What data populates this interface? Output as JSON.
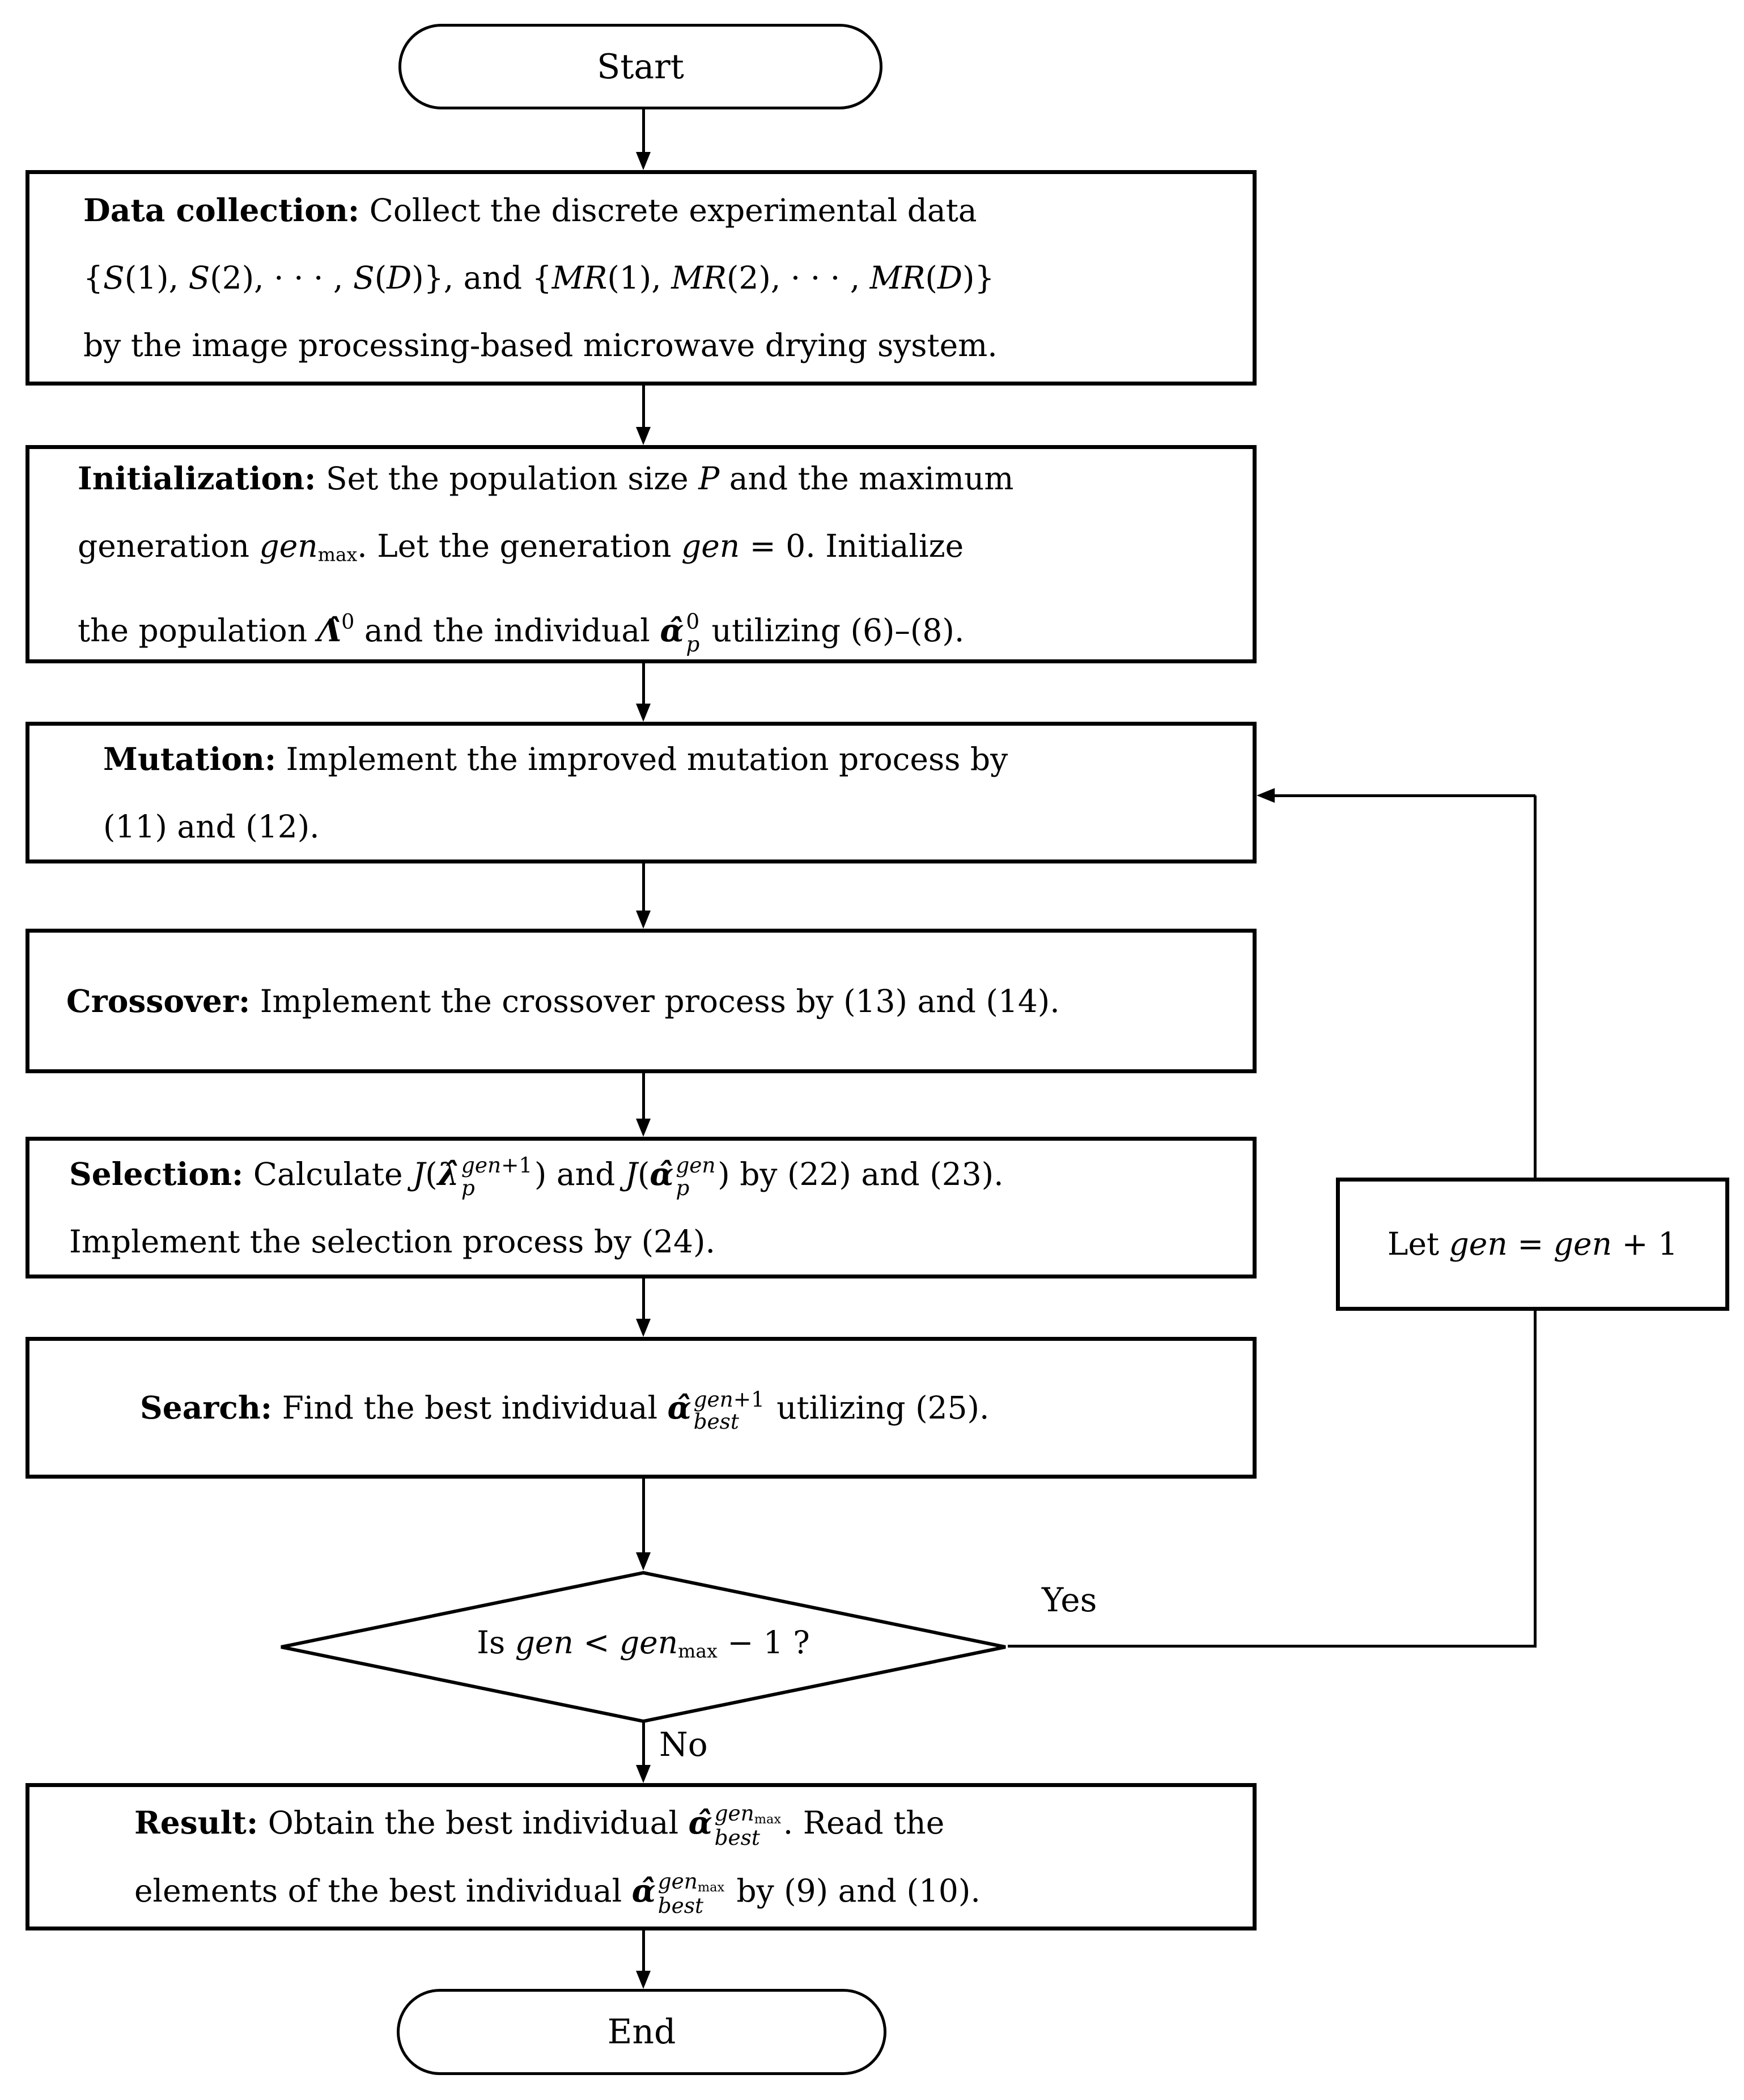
{
  "nodes": {
    "start": {
      "label": "Start"
    },
    "data_collection": {
      "lines": [
        [
          {
            "t": "Data collection:",
            "s": "b"
          },
          {
            "t": " Collect the discrete experimental data"
          }
        ],
        [
          {
            "t": "{"
          },
          {
            "t": "S",
            "s": "i"
          },
          {
            "t": "(1), "
          },
          {
            "t": "S",
            "s": "i"
          },
          {
            "t": "(2), · · · , "
          },
          {
            "t": "S",
            "s": "i"
          },
          {
            "t": "("
          },
          {
            "t": "D",
            "s": "i"
          },
          {
            "t": ")}, and {"
          },
          {
            "t": "MR",
            "s": "i"
          },
          {
            "t": "(1), "
          },
          {
            "t": "MR",
            "s": "i"
          },
          {
            "t": "(2), · · · , "
          },
          {
            "t": "MR",
            "s": "i"
          },
          {
            "t": "("
          },
          {
            "t": "D",
            "s": "i"
          },
          {
            "t": ")}"
          }
        ],
        [
          {
            "t": "by the image processing-based microwave drying system."
          }
        ]
      ]
    },
    "initialization": {
      "lines": [
        [
          {
            "t": "Initialization:",
            "s": "b"
          },
          {
            "t": " Set the population size "
          },
          {
            "t": "P",
            "s": "i"
          },
          {
            "t": " and the maximum"
          }
        ],
        [
          {
            "t": "generation "
          },
          {
            "t": "gen",
            "s": "i"
          },
          {
            "t": "max",
            "s": "ss"
          },
          {
            "t": ". Let the generation "
          },
          {
            "t": "gen",
            "s": "i"
          },
          {
            "t": " = 0. Initialize"
          }
        ],
        [
          {
            "t": "the population "
          },
          {
            "t": "Λ̂",
            "s": "bi"
          },
          {
            "t": "0",
            "s": "sup"
          },
          {
            "t": " and the individual "
          },
          {
            "t": "α̂",
            "s": "bi"
          },
          {
            "sup": [
              {
                "t": "0"
              }
            ],
            "sub": [
              {
                "t": "p",
                "s": "i"
              }
            ]
          },
          {
            "t": " utilizing (6)–(8)."
          }
        ]
      ]
    },
    "mutation": {
      "lines": [
        [
          {
            "t": "Mutation:",
            "s": "b"
          },
          {
            "t": " Implement the improved mutation process by"
          }
        ],
        [
          {
            "t": "(11) and (12)."
          }
        ]
      ]
    },
    "crossover": {
      "lines": [
        [
          {
            "t": "Crossover:",
            "s": "b"
          },
          {
            "t": " Implement the crossover process by (13) and (14)."
          }
        ]
      ]
    },
    "selection": {
      "lines": [
        [
          {
            "t": "Selection:",
            "s": "b"
          },
          {
            "t": " Calculate "
          },
          {
            "t": "J",
            "s": "i"
          },
          {
            "t": "("
          },
          {
            "t": "λ̂",
            "s": "bi"
          },
          {
            "sup": [
              {
                "t": "gen",
                "s": "i"
              },
              {
                "t": "+1"
              }
            ],
            "sub": [
              {
                "t": "p",
                "s": "i"
              }
            ]
          },
          {
            "t": ") and "
          },
          {
            "t": "J",
            "s": "i"
          },
          {
            "t": "("
          },
          {
            "t": "α̂",
            "s": "bi"
          },
          {
            "sup": [
              {
                "t": "gen",
                "s": "i"
              }
            ],
            "sub": [
              {
                "t": "p",
                "s": "i"
              }
            ]
          },
          {
            "t": ") by (22) and (23)."
          }
        ],
        [
          {
            "t": "Implement the selection process by (24)."
          }
        ]
      ]
    },
    "search": {
      "lines": [
        [
          {
            "t": "Search:",
            "s": "b"
          },
          {
            "t": " Find the best individual "
          },
          {
            "t": "α̂",
            "s": "bi"
          },
          {
            "sup": [
              {
                "t": "gen",
                "s": "i"
              },
              {
                "t": "+1"
              }
            ],
            "sub": [
              {
                "t": "best",
                "s": "i"
              }
            ]
          },
          {
            "t": " utilizing (25)."
          }
        ]
      ]
    },
    "decision": {
      "lines": [
        [
          {
            "t": "Is "
          },
          {
            "t": "gen",
            "s": "i"
          },
          {
            "t": " < "
          },
          {
            "t": "gen",
            "s": "i"
          },
          {
            "t": "max",
            "s": "ss"
          },
          {
            "t": " − 1 ?"
          }
        ]
      ]
    },
    "let_gen": {
      "lines": [
        [
          {
            "t": "Let "
          },
          {
            "t": "gen",
            "s": "i"
          },
          {
            "t": " = "
          },
          {
            "t": "gen",
            "s": "i"
          },
          {
            "t": " + 1"
          }
        ]
      ]
    },
    "result": {
      "lines": [
        [
          {
            "t": "Result:",
            "s": "b"
          },
          {
            "t": " Obtain the best individual "
          },
          {
            "t": "α̂",
            "s": "bi"
          },
          {
            "sup": [
              {
                "t": "gen",
                "s": "i"
              },
              {
                "t": "max",
                "s": "ss"
              }
            ],
            "sub": [
              {
                "t": "best",
                "s": "i"
              }
            ]
          },
          {
            "t": ". Read the"
          }
        ],
        [
          {
            "t": "elements of the best individual "
          },
          {
            "t": "α̂",
            "s": "bi"
          },
          {
            "sup": [
              {
                "t": "gen",
                "s": "i"
              },
              {
                "t": "max",
                "s": "ss"
              }
            ],
            "sub": [
              {
                "t": "best",
                "s": "i"
              }
            ]
          },
          {
            "t": " by (9) and (10)."
          }
        ]
      ]
    },
    "end": {
      "label": "End"
    }
  },
  "edges": {
    "yes": "Yes",
    "no": "No"
  },
  "colors": {
    "stroke": "#000000",
    "background": "#ffffff"
  }
}
